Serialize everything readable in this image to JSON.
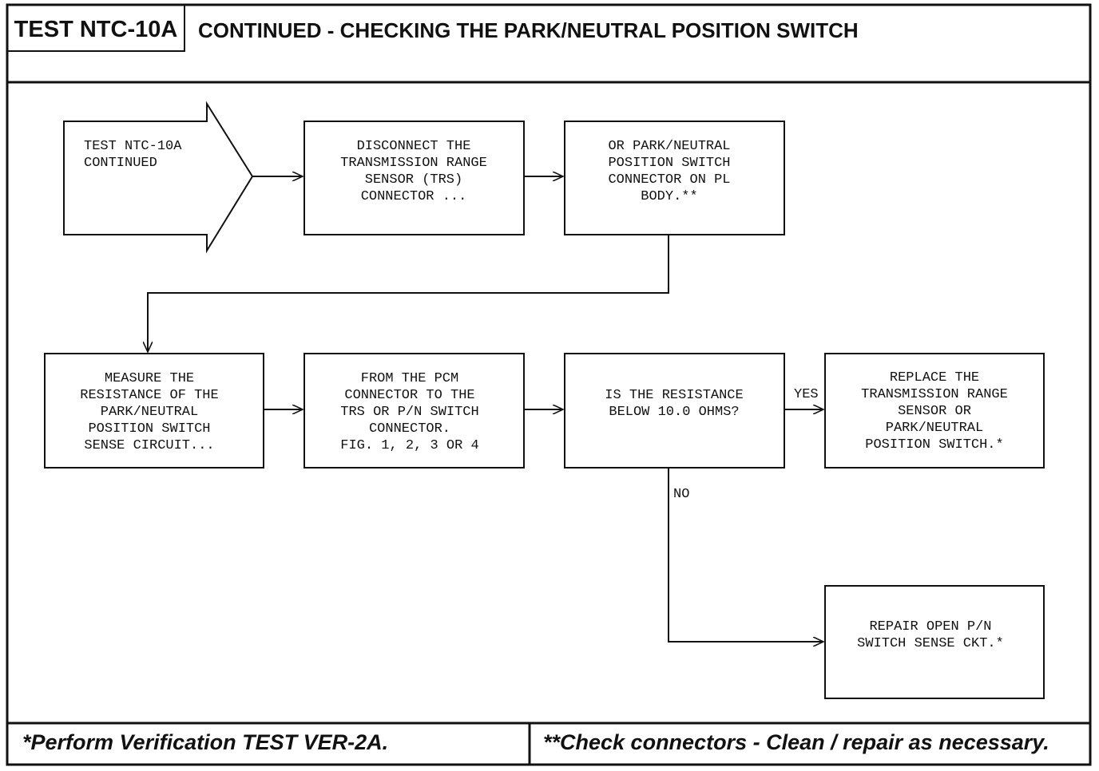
{
  "header": {
    "test_id": "TEST NTC-10A",
    "title": "CONTINUED - CHECKING THE PARK/NEUTRAL POSITION SWITCH"
  },
  "flow": {
    "start": [
      "TEST NTC-10A",
      "CONTINUED"
    ],
    "step1": [
      "DISCONNECT THE",
      "TRANSMISSION RANGE",
      "SENSOR (TRS)",
      "CONNECTOR ..."
    ],
    "step2": [
      "OR PARK/NEUTRAL",
      "POSITION SWITCH",
      "CONNECTOR ON PL",
      "BODY.**"
    ],
    "step3": [
      "MEASURE THE",
      "RESISTANCE OF THE",
      "PARK/NEUTRAL",
      "POSITION SWITCH",
      "SENSE CIRCUIT..."
    ],
    "step4": [
      "FROM THE PCM",
      "CONNECTOR TO THE",
      "TRS OR P/N SWITCH",
      "CONNECTOR.",
      "FIG. 1, 2, 3 OR 4"
    ],
    "decision": [
      "IS THE RESISTANCE",
      "BELOW 10.0 OHMS?"
    ],
    "yes_label": "YES",
    "no_label": "NO",
    "yes_result": [
      "REPLACE THE",
      "TRANSMISSION RANGE",
      "SENSOR OR",
      "PARK/NEUTRAL",
      "POSITION SWITCH.*"
    ],
    "no_result": [
      "REPAIR OPEN P/N",
      "SWITCH SENSE CKT.*"
    ]
  },
  "footer": {
    "left": "*Perform Verification TEST VER-2A.",
    "right": "**Check connectors - Clean / repair as necessary."
  }
}
